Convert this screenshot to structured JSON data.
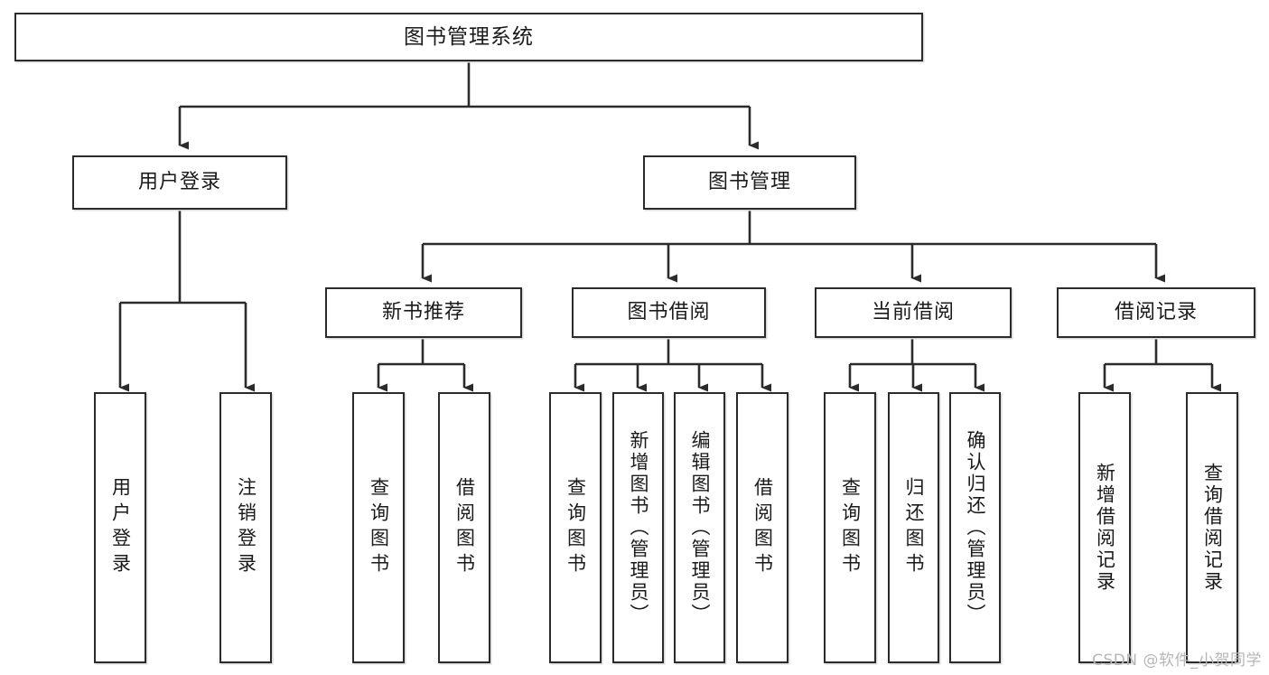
{
  "diagram": {
    "title": "图书管理系统",
    "type": "tree",
    "watermark": "CSDN @软件_小贺同学",
    "line_color": "#2b2b2b",
    "box_fill": "#ffffff",
    "text_color": "#1a1a1a"
  },
  "nodes": {
    "root": {
      "label": "图书管理系统",
      "level": 0
    },
    "l1": [
      {
        "label": "用户登录",
        "level": 1
      },
      {
        "label": "图书管理",
        "level": 1
      }
    ],
    "l2": [
      {
        "label": "新书推荐",
        "level": 2
      },
      {
        "label": "图书借阅",
        "level": 2
      },
      {
        "label": "当前借阅",
        "level": 2
      },
      {
        "label": "借阅记录",
        "level": 2
      }
    ],
    "leaves": {
      "user_login": [
        {
          "label": "用户登录"
        },
        {
          "label": "注销登录"
        }
      ],
      "new_book": [
        {
          "label": "查询图书"
        },
        {
          "label": "借阅图书"
        }
      ],
      "book_borrow": [
        {
          "label": "查询图书"
        },
        {
          "label": "新增图书（管理员）"
        },
        {
          "label": "编辑图书（管理员）"
        },
        {
          "label": "借阅图书"
        }
      ],
      "current_borrow": [
        {
          "label": "查询图书"
        },
        {
          "label": "归还图书"
        },
        {
          "label": "确认归还（管理员）"
        }
      ],
      "borrow_record": [
        {
          "label": "新增借阅记录"
        },
        {
          "label": "查询借阅记录"
        }
      ]
    }
  },
  "chart_data": {
    "type": "table",
    "title": "图书管理系统",
    "hierarchy": [
      {
        "name": "图书管理系统",
        "children": [
          {
            "name": "用户登录",
            "children": [
              {
                "name": "用户登录"
              },
              {
                "name": "注销登录"
              }
            ]
          },
          {
            "name": "图书管理",
            "children": [
              {
                "name": "新书推荐",
                "children": [
                  {
                    "name": "查询图书"
                  },
                  {
                    "name": "借阅图书"
                  }
                ]
              },
              {
                "name": "图书借阅",
                "children": [
                  {
                    "name": "查询图书"
                  },
                  {
                    "name": "新增图书（管理员）"
                  },
                  {
                    "name": "编辑图书（管理员）"
                  },
                  {
                    "name": "借阅图书"
                  }
                ]
              },
              {
                "name": "当前借阅",
                "children": [
                  {
                    "name": "查询图书"
                  },
                  {
                    "name": "归还图书"
                  },
                  {
                    "name": "确认归还（管理员）"
                  }
                ]
              },
              {
                "name": "借阅记录",
                "children": [
                  {
                    "name": "新增借阅记录"
                  },
                  {
                    "name": "查询借阅记录"
                  }
                ]
              }
            ]
          }
        ]
      }
    ]
  }
}
